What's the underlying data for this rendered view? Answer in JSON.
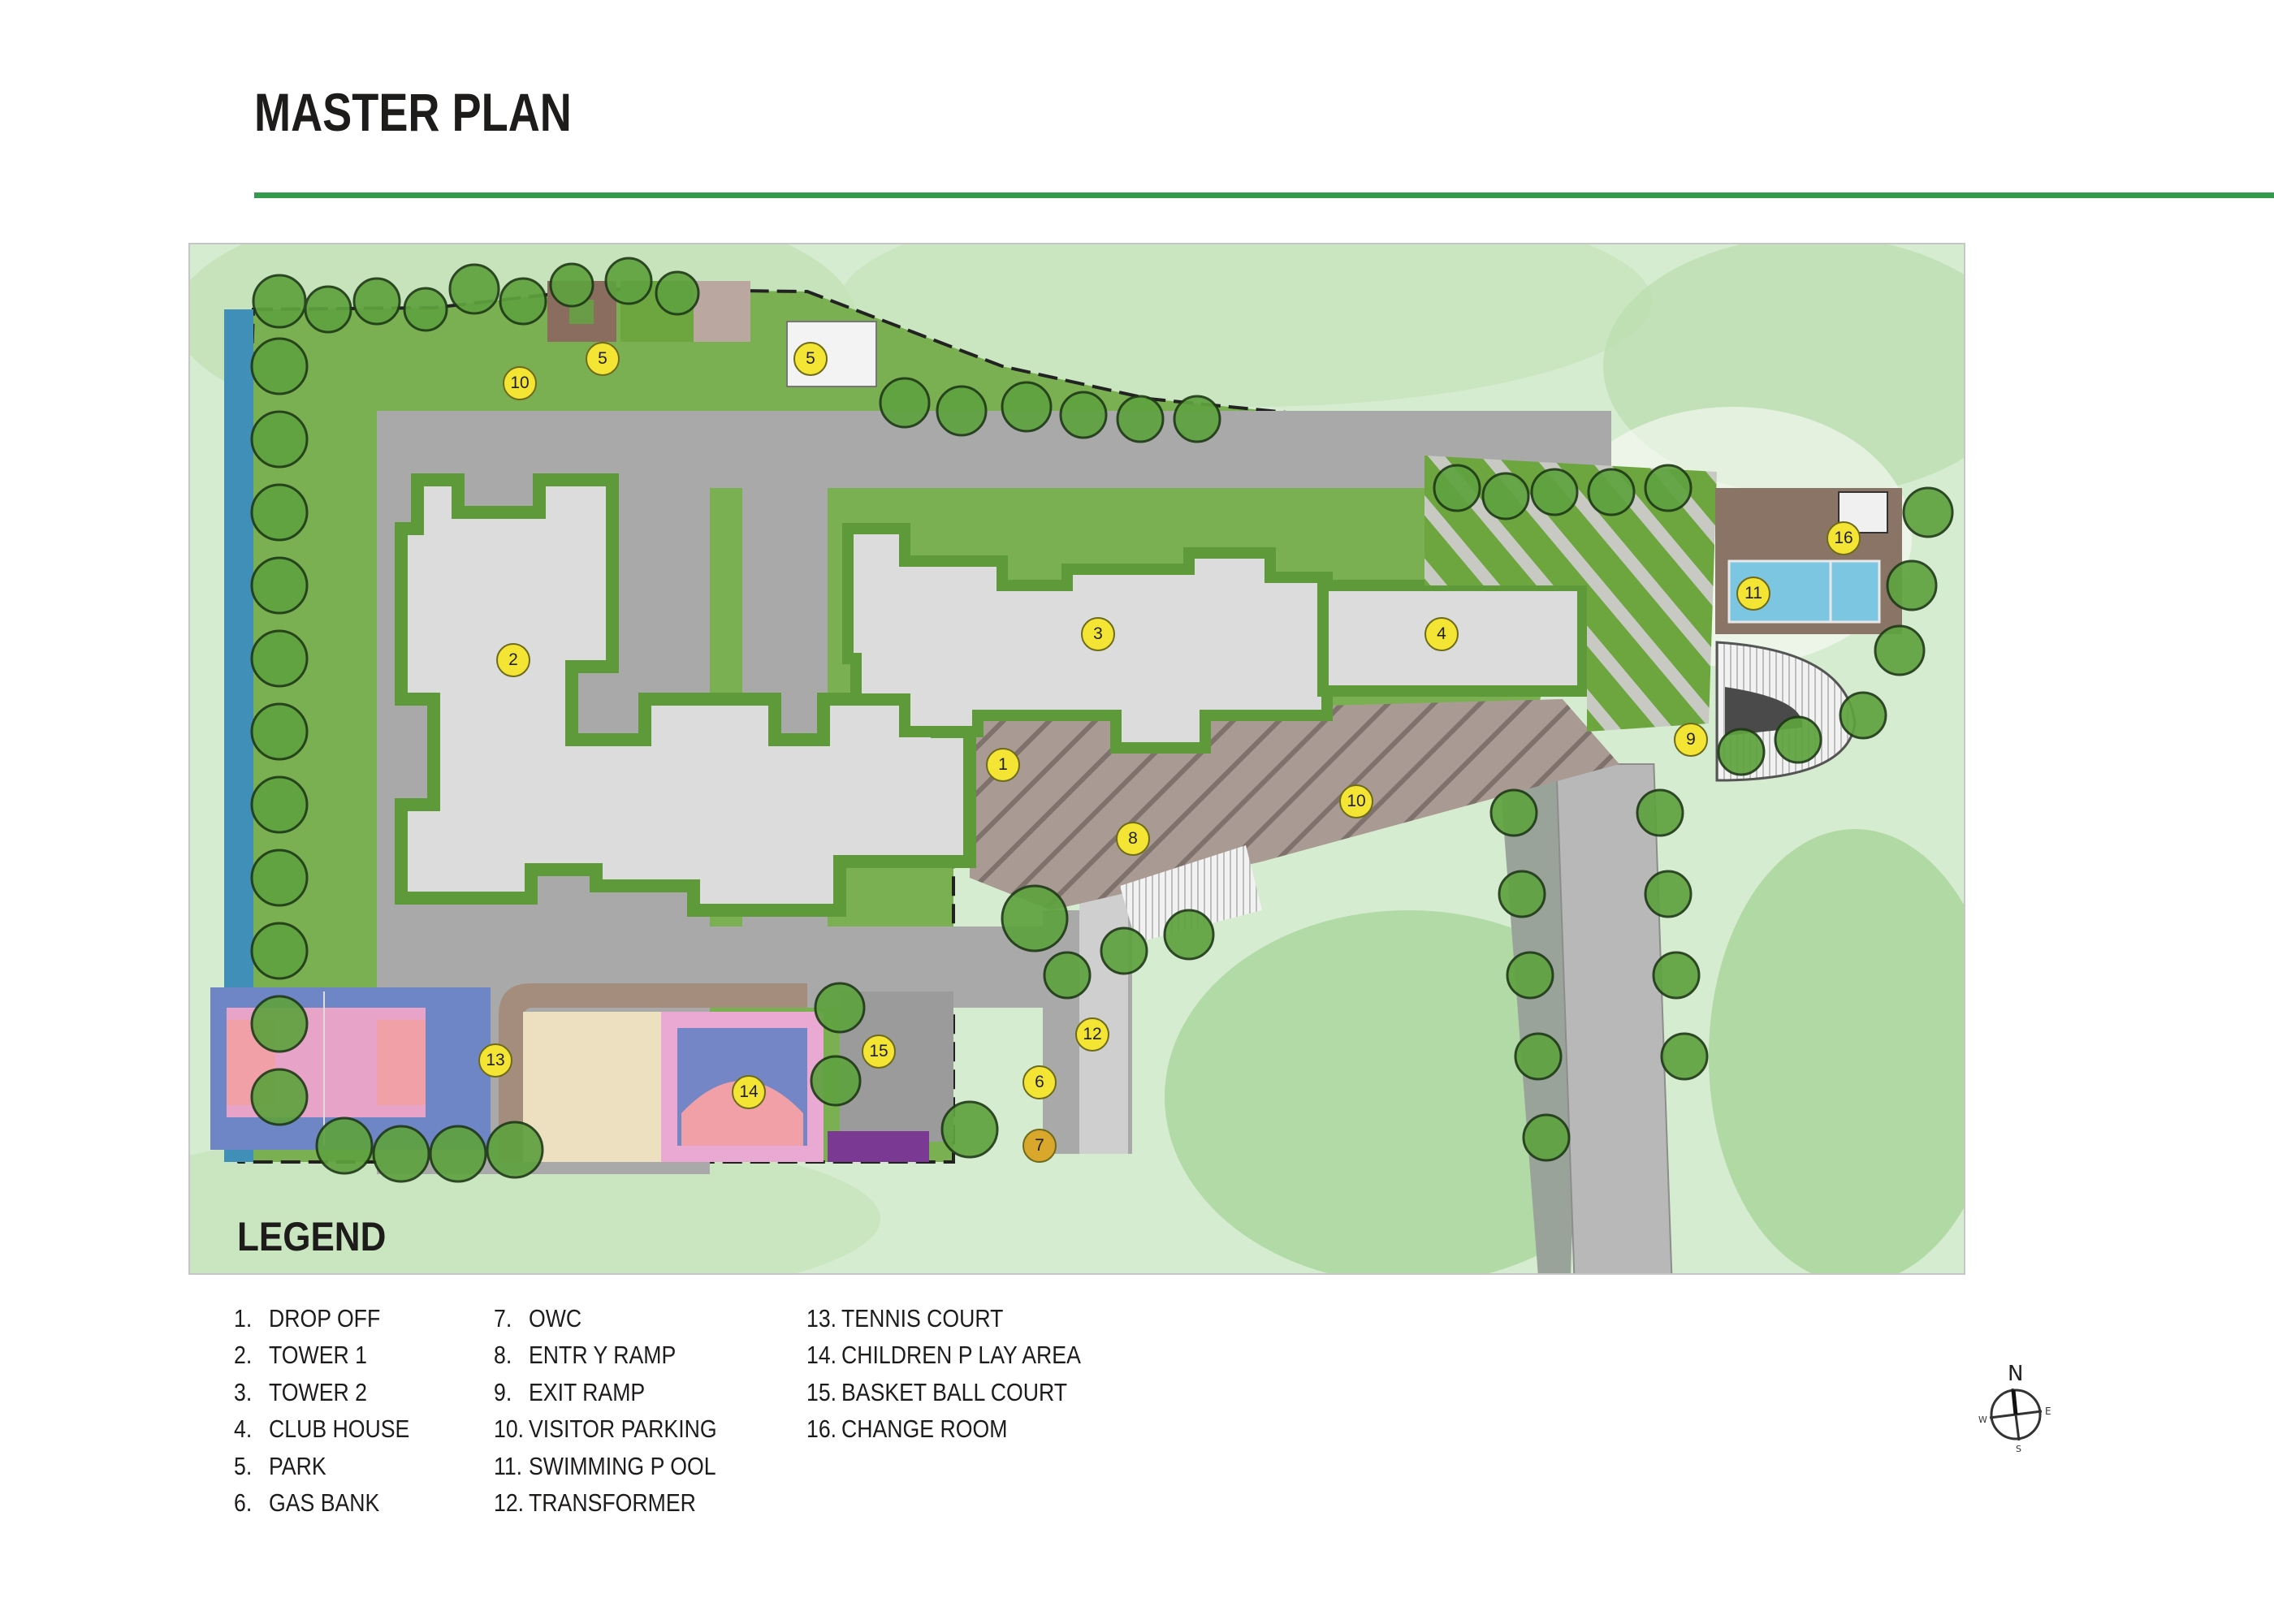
{
  "header": {
    "title": "MASTER PLAN",
    "rule_color": "#349a4d"
  },
  "map": {
    "legend_heading": "LEGEND",
    "colors": {
      "background_wash": "#cfe8c6",
      "lawn": "#5e9a3a",
      "paving_grey": "#a9a9a9",
      "building": "#dcdcdc",
      "drop_off_paving": "#a99a93",
      "water_channel": "#3f8fb8",
      "pool": "#7cc6e2",
      "tennis_surround": "#6f86c6",
      "tennis_court": "#e8a3c8",
      "tennis_inner": "#f0a0a6",
      "play_area": "#ece0c0",
      "basketball_surround": "#e9a9d2",
      "basketball_court": "#7486c6",
      "owc": "#7a3a93",
      "marker_fill": "#f4e534",
      "marker_owc_fill": "#d8a72b",
      "tree": "#4e9a3a"
    },
    "markers": [
      {
        "id": "1",
        "label": "1"
      },
      {
        "id": "2",
        "label": "2"
      },
      {
        "id": "3",
        "label": "3"
      },
      {
        "id": "4",
        "label": "4"
      },
      {
        "id": "5a",
        "label": "5"
      },
      {
        "id": "5b",
        "label": "5"
      },
      {
        "id": "6",
        "label": "6"
      },
      {
        "id": "7",
        "label": "7"
      },
      {
        "id": "8",
        "label": "8"
      },
      {
        "id": "9",
        "label": "9"
      },
      {
        "id": "10a",
        "label": "10"
      },
      {
        "id": "10b",
        "label": "10"
      },
      {
        "id": "11",
        "label": "11"
      },
      {
        "id": "12",
        "label": "12"
      },
      {
        "id": "13",
        "label": "13"
      },
      {
        "id": "14",
        "label": "14"
      },
      {
        "id": "15",
        "label": "15"
      },
      {
        "id": "16",
        "label": "16"
      }
    ]
  },
  "legend": {
    "items": [
      {
        "num": "1.",
        "label": "DROP OFF"
      },
      {
        "num": "2.",
        "label": "TOWER 1"
      },
      {
        "num": "3.",
        "label": "TOWER 2"
      },
      {
        "num": "4.",
        "label": "CLUB HOUSE"
      },
      {
        "num": "5.",
        "label": "PARK"
      },
      {
        "num": "6.",
        "label": "GAS BANK"
      },
      {
        "num": "7.",
        "label": "OWC"
      },
      {
        "num": "8.",
        "label": "ENTR Y RAMP"
      },
      {
        "num": "9.",
        "label": "EXIT RAMP"
      },
      {
        "num": "10.",
        "label": "VISITOR PARKING"
      },
      {
        "num": "11.",
        "label": "SWIMMING P OOL"
      },
      {
        "num": "12.",
        "label": "TRANSFORMER"
      },
      {
        "num": "13.",
        "label": "TENNIS COURT"
      },
      {
        "num": "14.",
        "label": "CHILDREN P LAY AREA"
      },
      {
        "num": "15.",
        "label": "BASKET BALL COURT"
      },
      {
        "num": "16.",
        "label": "CHANGE ROOM"
      }
    ]
  },
  "compass": {
    "n": "N",
    "e": "E",
    "s": "S",
    "w": "W"
  }
}
